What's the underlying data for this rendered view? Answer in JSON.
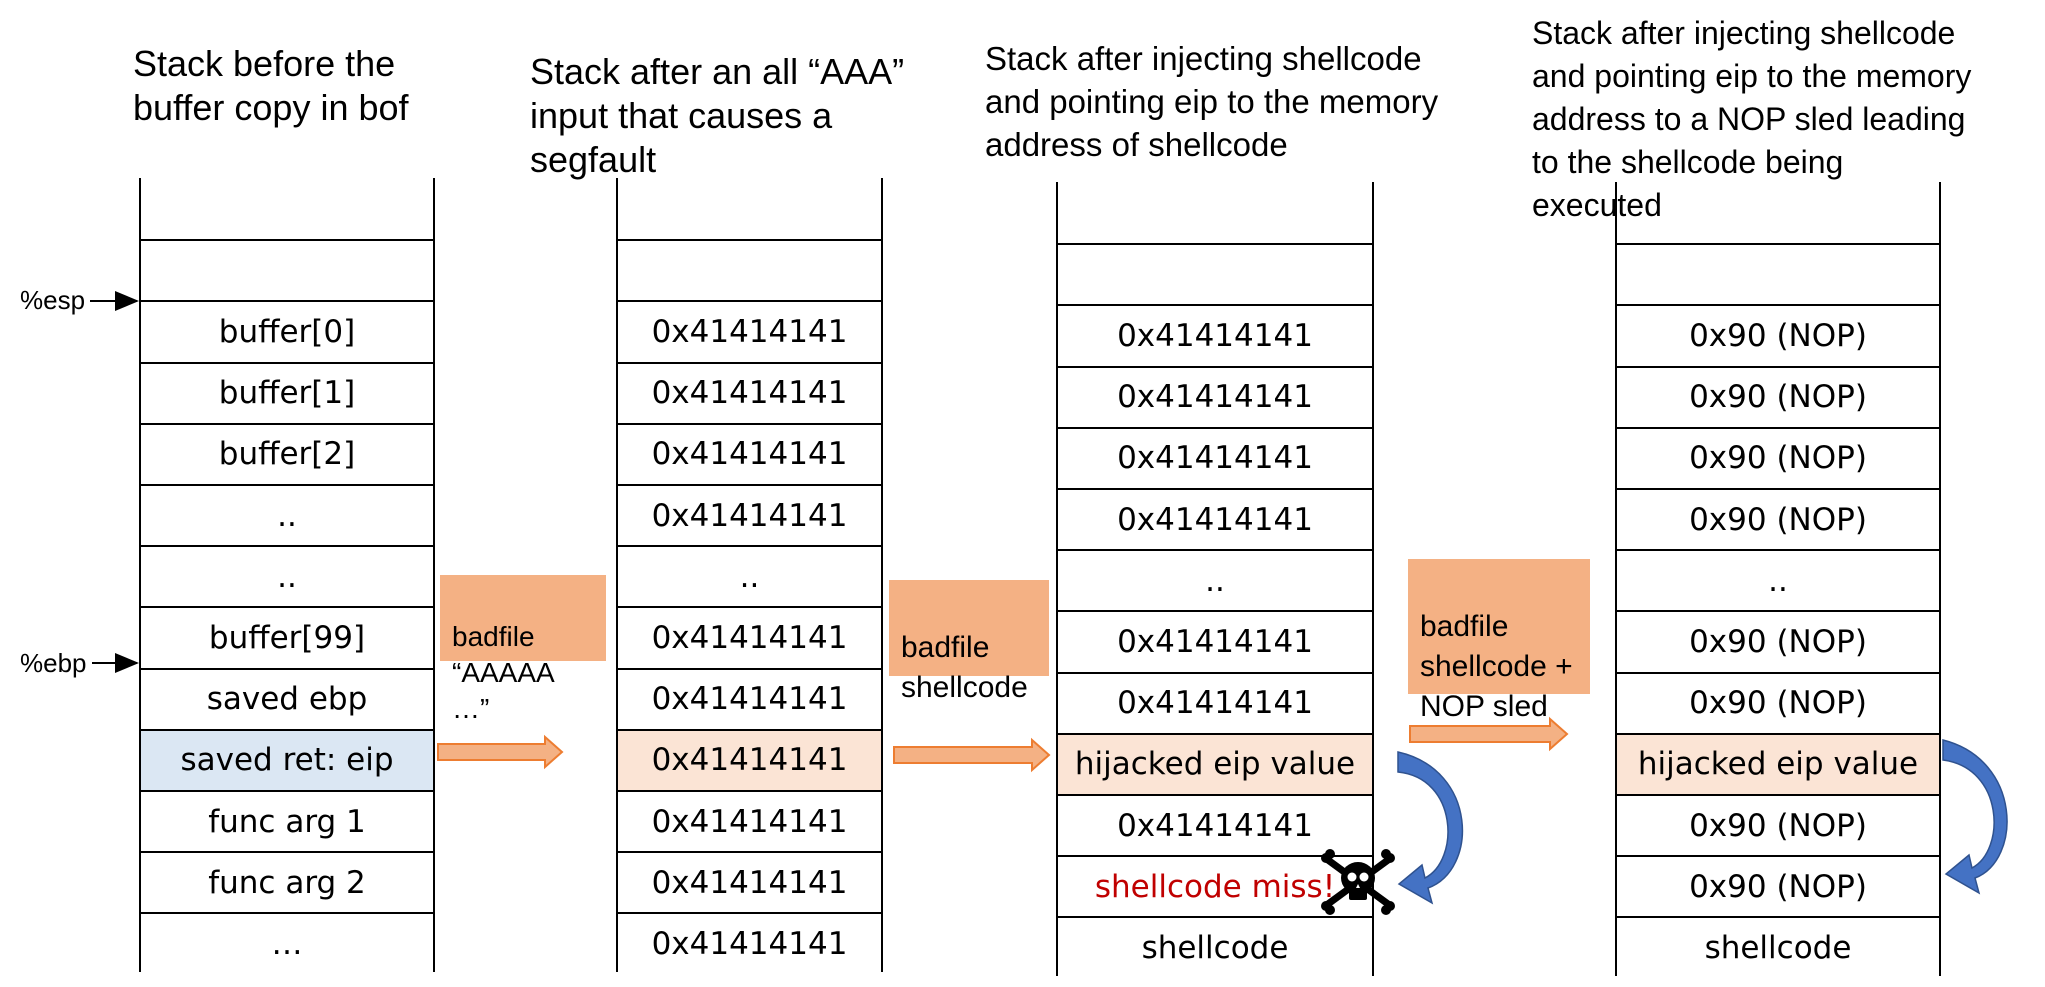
{
  "titles": [
    "Stack before the\nbuffer copy in bof",
    "Stack after an all “AAA”\ninput that causes a\nsegfault",
    "Stack after injecting shellcode\nand pointing eip to the memory\naddress of shellcode",
    "Stack after injecting shellcode\nand pointing eip to the memory\naddress to a NOP sled leading\nto the shellcode being\nexecuted"
  ],
  "registers": {
    "esp": "%esp",
    "ebp": "%ebp"
  },
  "stacks": [
    {
      "cells": [
        "",
        "",
        "buffer[0]",
        "buffer[1]",
        "buffer[2]",
        "..",
        "..",
        "buffer[99]",
        "saved ebp",
        "saved ret: eip",
        "func arg 1",
        "func arg 2",
        "…"
      ],
      "highlight_index": 9,
      "highlight_color": "#dbe7f3"
    },
    {
      "cells": [
        "",
        "",
        "0x41414141",
        "0x41414141",
        "0x41414141",
        "0x41414141",
        "..",
        "0x41414141",
        "0x41414141",
        "0x41414141",
        "0x41414141",
        "0x41414141",
        "0x41414141"
      ],
      "highlight_index": 9,
      "highlight_color": "#fbe4d5"
    },
    {
      "cells": [
        "",
        "",
        "0x41414141",
        "0x41414141",
        "0x41414141",
        "0x41414141",
        "..",
        "0x41414141",
        "0x41414141",
        "hijacked eip value",
        "0x41414141",
        "shellcode miss!",
        "shellcode"
      ],
      "highlight_index": 9,
      "highlight_color": "#fbe4d5",
      "red_index": 11
    },
    {
      "cells": [
        "",
        "",
        "0x90 (NOP)",
        "0x90 (NOP)",
        "0x90 (NOP)",
        "0x90 (NOP)",
        "..",
        "0x90 (NOP)",
        "0x90 (NOP)",
        "hijacked eip value",
        "0x90 (NOP)",
        "0x90 (NOP)",
        "shellcode"
      ],
      "highlight_index": 9,
      "highlight_color": "#fbe4d5"
    }
  ],
  "transitions": [
    {
      "label": "badfile\n“AAAAA\n…”"
    },
    {
      "label": "badfile\nshellcode"
    },
    {
      "label": "badfile\nshellcode +\nNOP sled"
    }
  ],
  "colors": {
    "box": "#f4b184",
    "arrow_fill": "#f4b184",
    "arrow_stroke": "#ed7d31",
    "curved_arrow": "#4472c4",
    "highlight_blue": "#dbe7f3",
    "highlight_peach": "#fbe4d5",
    "miss_text": "#c00000"
  },
  "icons": [
    "skull-crossbones-icon"
  ]
}
